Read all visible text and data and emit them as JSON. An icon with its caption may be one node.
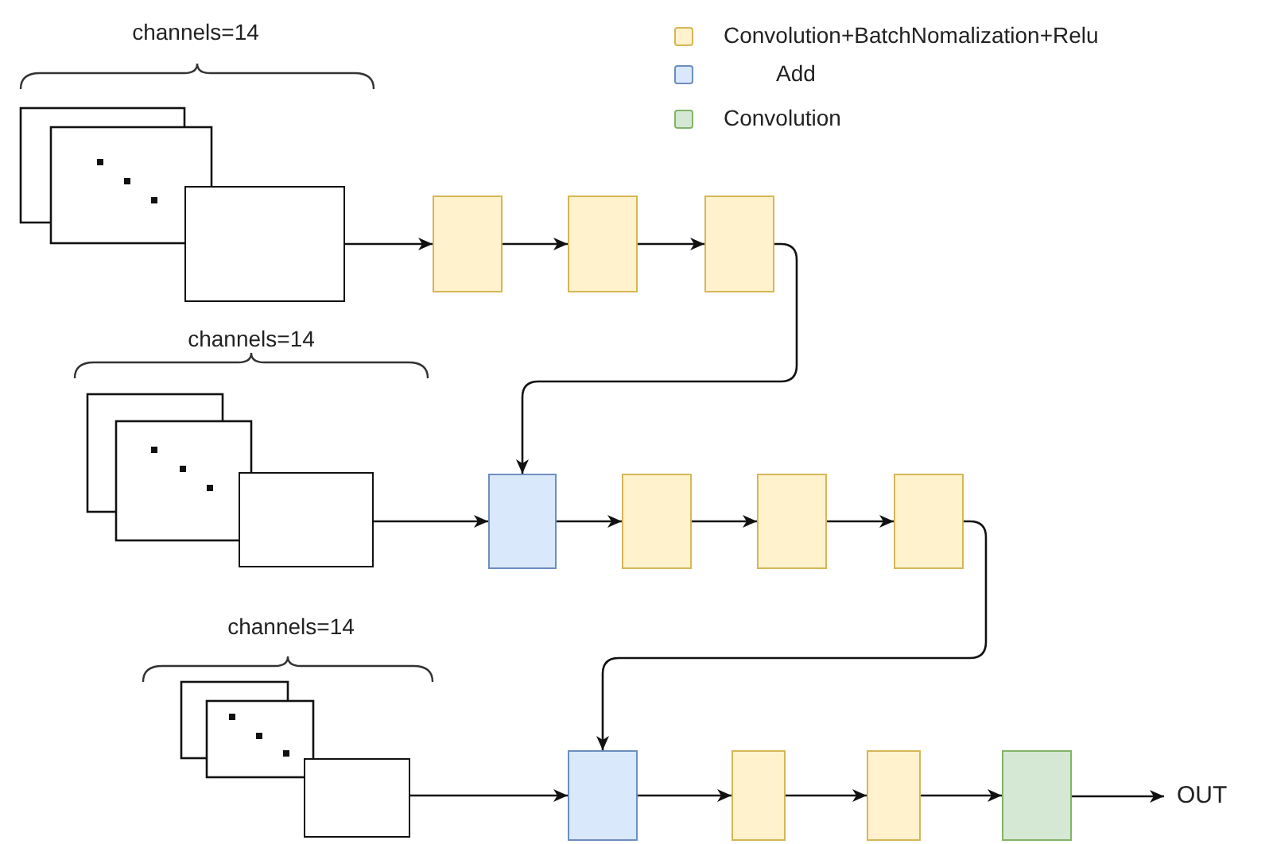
{
  "diagram": {
    "nodes": [
      {
        "text": [],
        "shape": "box"
      },
      {
        "text": [],
        "shape": "box"
      },
      {
        "text": [],
        "shape": "box"
      },
      {
        "text": [],
        "shape": "box"
      },
      {
        "text": [],
        "shape": "box"
      },
      {
        "text": [],
        "shape": "box"
      },
      {
        "text": [],
        "shape": "box"
      },
      {
        "text": [],
        "shape": "box"
      },
      {
        "text": [],
        "shape": "box"
      },
      {
        "text": [],
        "shape": "box"
      },
      {
        "text": [],
        "shape": "box"
      },
      {
        "text": [],
        "shape": "box"
      },
      {
        "text": [],
        "shape": "box"
      },
      {
        "text": [],
        "shape": "box"
      },
      {
        "text": [
          "OUT"
        ]
      }
    ],
    "edges": [
      {
        "from": 0,
        "to": 1,
        "arrow": "to"
      },
      {
        "from": 1,
        "to": 2,
        "arrow": "to"
      },
      {
        "from": 2,
        "to": 3,
        "arrow": "to"
      },
      {
        "from": 3,
        "to": 5,
        "arrow": "to"
      },
      {
        "from": 4,
        "to": 5,
        "arrow": "to"
      },
      {
        "from": 5,
        "to": 6,
        "arrow": "to"
      },
      {
        "from": 6,
        "to": 7,
        "arrow": "to"
      },
      {
        "from": 7,
        "to": 8,
        "arrow": "to"
      },
      {
        "from": 8,
        "to": 10,
        "arrow": "to"
      },
      {
        "from": 9,
        "to": 10,
        "arrow": "to"
      },
      {
        "from": 10,
        "to": 11,
        "arrow": "to"
      },
      {
        "from": 11,
        "to": 12,
        "arrow": "to"
      },
      {
        "from": 12,
        "to": 13,
        "arrow": "to"
      },
      {
        "from": 13,
        "to": 14,
        "arrow": "to"
      }
    ],
    "labels": [
      "channels=14",
      "channels=14",
      "channels=14"
    ],
    "legend": [
      {
        "text": "Convolution+BatchNomalization+Relu",
        "color": "#fff2cc"
      },
      {
        "text": "Add",
        "color": "#dae8fc"
      },
      {
        "text": "Convolution",
        "color": "#d5e8d4"
      }
    ]
  }
}
